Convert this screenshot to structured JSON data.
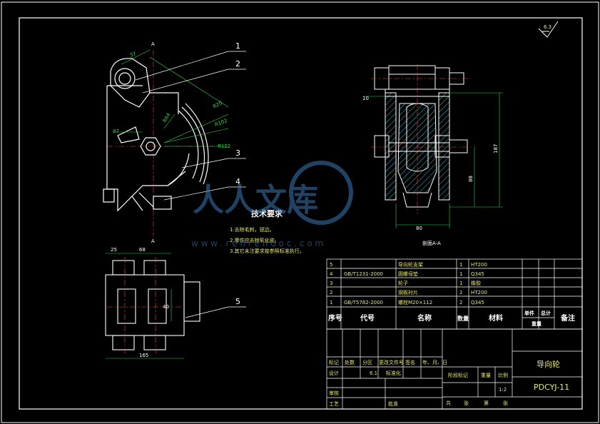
{
  "drawing": {
    "view_label_top": "A",
    "view_label_bottom": "A",
    "section_label": "剖面A-A",
    "callouts": [
      "1",
      "2",
      "3",
      "4",
      "5"
    ],
    "surface_finish": "6.3"
  },
  "dims": {
    "front": [
      "37",
      "R20",
      "R102",
      "R122",
      "R64",
      "87"
    ],
    "section_height_total": "187",
    "section_height_inner": "88",
    "section_width": "80",
    "section_left": "10",
    "bottom_left": "25",
    "bottom_mid": "68",
    "bottom_width": "165",
    "bottom_side": "40"
  },
  "tech": {
    "title": "技术要求",
    "items": [
      "1.去除毛刺，锐边。",
      "2.零件应去除氧化皮。",
      "3.其它未注要求按参照标准执行。"
    ]
  },
  "bom": {
    "headers": [
      "序号",
      "代号",
      "名称",
      "数量",
      "材料",
      "单件",
      "总计",
      "重量",
      "备注"
    ],
    "rows": [
      {
        "no": "5",
        "code": "",
        "name": "导向轮支架",
        "qty": "1",
        "mat": "HT200"
      },
      {
        "no": "4",
        "code": "GB/T1231-2000",
        "name": "圆螺母垫",
        "qty": "1",
        "mat": "Q345"
      },
      {
        "no": "3",
        "code": "",
        "name": "轮子",
        "qty": "1",
        "mat": "橡胶"
      },
      {
        "no": "2",
        "code": "",
        "name": "钢板衬片",
        "qty": "2",
        "mat": "HT200"
      },
      {
        "no": "1",
        "code": "GB/T5782-2000",
        "name": "螺栓M20×112",
        "qty": "2",
        "mat": "Q345"
      }
    ]
  },
  "title_block": {
    "part_name": "导向轮",
    "drawing_no": "PDCYJ-11",
    "scale": "1:2",
    "mark_labels": [
      "标记",
      "处数",
      "分区",
      "更改文件号",
      "签名",
      "年、月、日"
    ],
    "row_design": [
      "设计",
      "",
      "6.1",
      "标准化"
    ],
    "row_check": "审核",
    "row_process": "工艺",
    "approve": "批准",
    "stage_mark": "阶段标记",
    "weight": "重量",
    "ratio": "比例",
    "sheet_total": "共",
    "sheet_label": "张",
    "sheet_no": "第",
    "sheet_label2": "张"
  },
  "watermark": {
    "text": "人人文库",
    "url": "w w w . r e n r e n d o c . c o m"
  }
}
